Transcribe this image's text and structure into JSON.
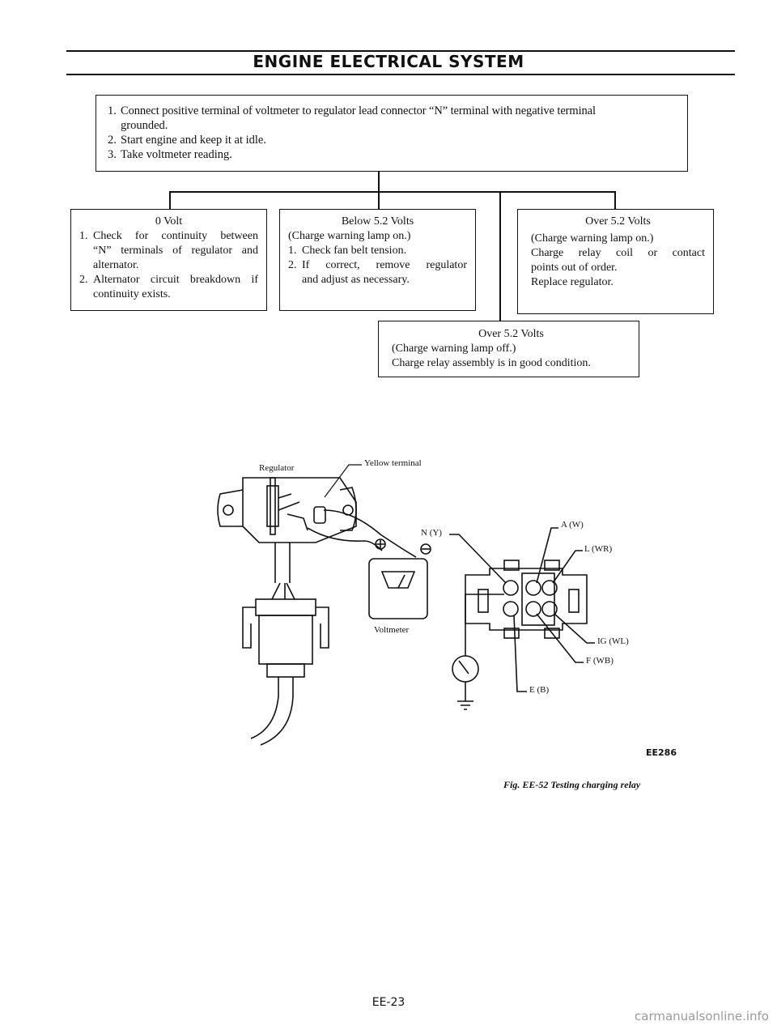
{
  "header": {
    "title": "ENGINE ELECTRICAL SYSTEM"
  },
  "procedure": {
    "steps": [
      {
        "num": "1.",
        "line1": "Connect positive terminal of voltmeter to regulator lead connector “N” terminal with negative terminal",
        "line2": "grounded."
      },
      {
        "num": "2.",
        "text": "Start engine and keep it at idle."
      },
      {
        "num": "3.",
        "text": "Take voltmeter reading."
      }
    ]
  },
  "results": {
    "zero_volt": {
      "heading": "0 Volt",
      "items": [
        {
          "num": "1.",
          "lines": [
            "Check for continuity between",
            "“N” terminals of regulator and",
            "alternator."
          ]
        },
        {
          "num": "2.",
          "lines": [
            "Alternator circuit breakdown if",
            "continuity exists."
          ]
        }
      ]
    },
    "below": {
      "heading": "Below 5.2 Volts",
      "note": "(Charge warning lamp on.)",
      "items": [
        {
          "num": "1.",
          "lines": [
            "Check fan belt tension."
          ]
        },
        {
          "num": "2.",
          "lines": [
            "If correct, remove regulator",
            "and adjust as necessary."
          ]
        }
      ]
    },
    "over_on": {
      "heading": "Over 5.2 Volts",
      "lines": [
        "(Charge warning lamp on.)",
        "Charge relay coil or contact",
        "points out of order.",
        "Replace regulator."
      ]
    },
    "over_off": {
      "heading": "Over 5.2 Volts",
      "lines": [
        "(Charge warning lamp off.)",
        "Charge relay assembly is in good condition."
      ]
    }
  },
  "figure": {
    "labels": {
      "regulator": "Regulator",
      "yellow_terminal": "Yellow terminal",
      "voltmeter": "Voltmeter",
      "n_y": "N (Y)",
      "a_w": "A (W)",
      "l_wr": "L (WR)",
      "ig_wl": "IG (WL)",
      "f_wb": "F (WB)",
      "e_b": "E (B)"
    },
    "code": "EE286",
    "caption": "Fig. EE-52  Testing charging relay"
  },
  "footer": {
    "page_number": "EE-23",
    "watermark": "carmanualsonline.info"
  }
}
